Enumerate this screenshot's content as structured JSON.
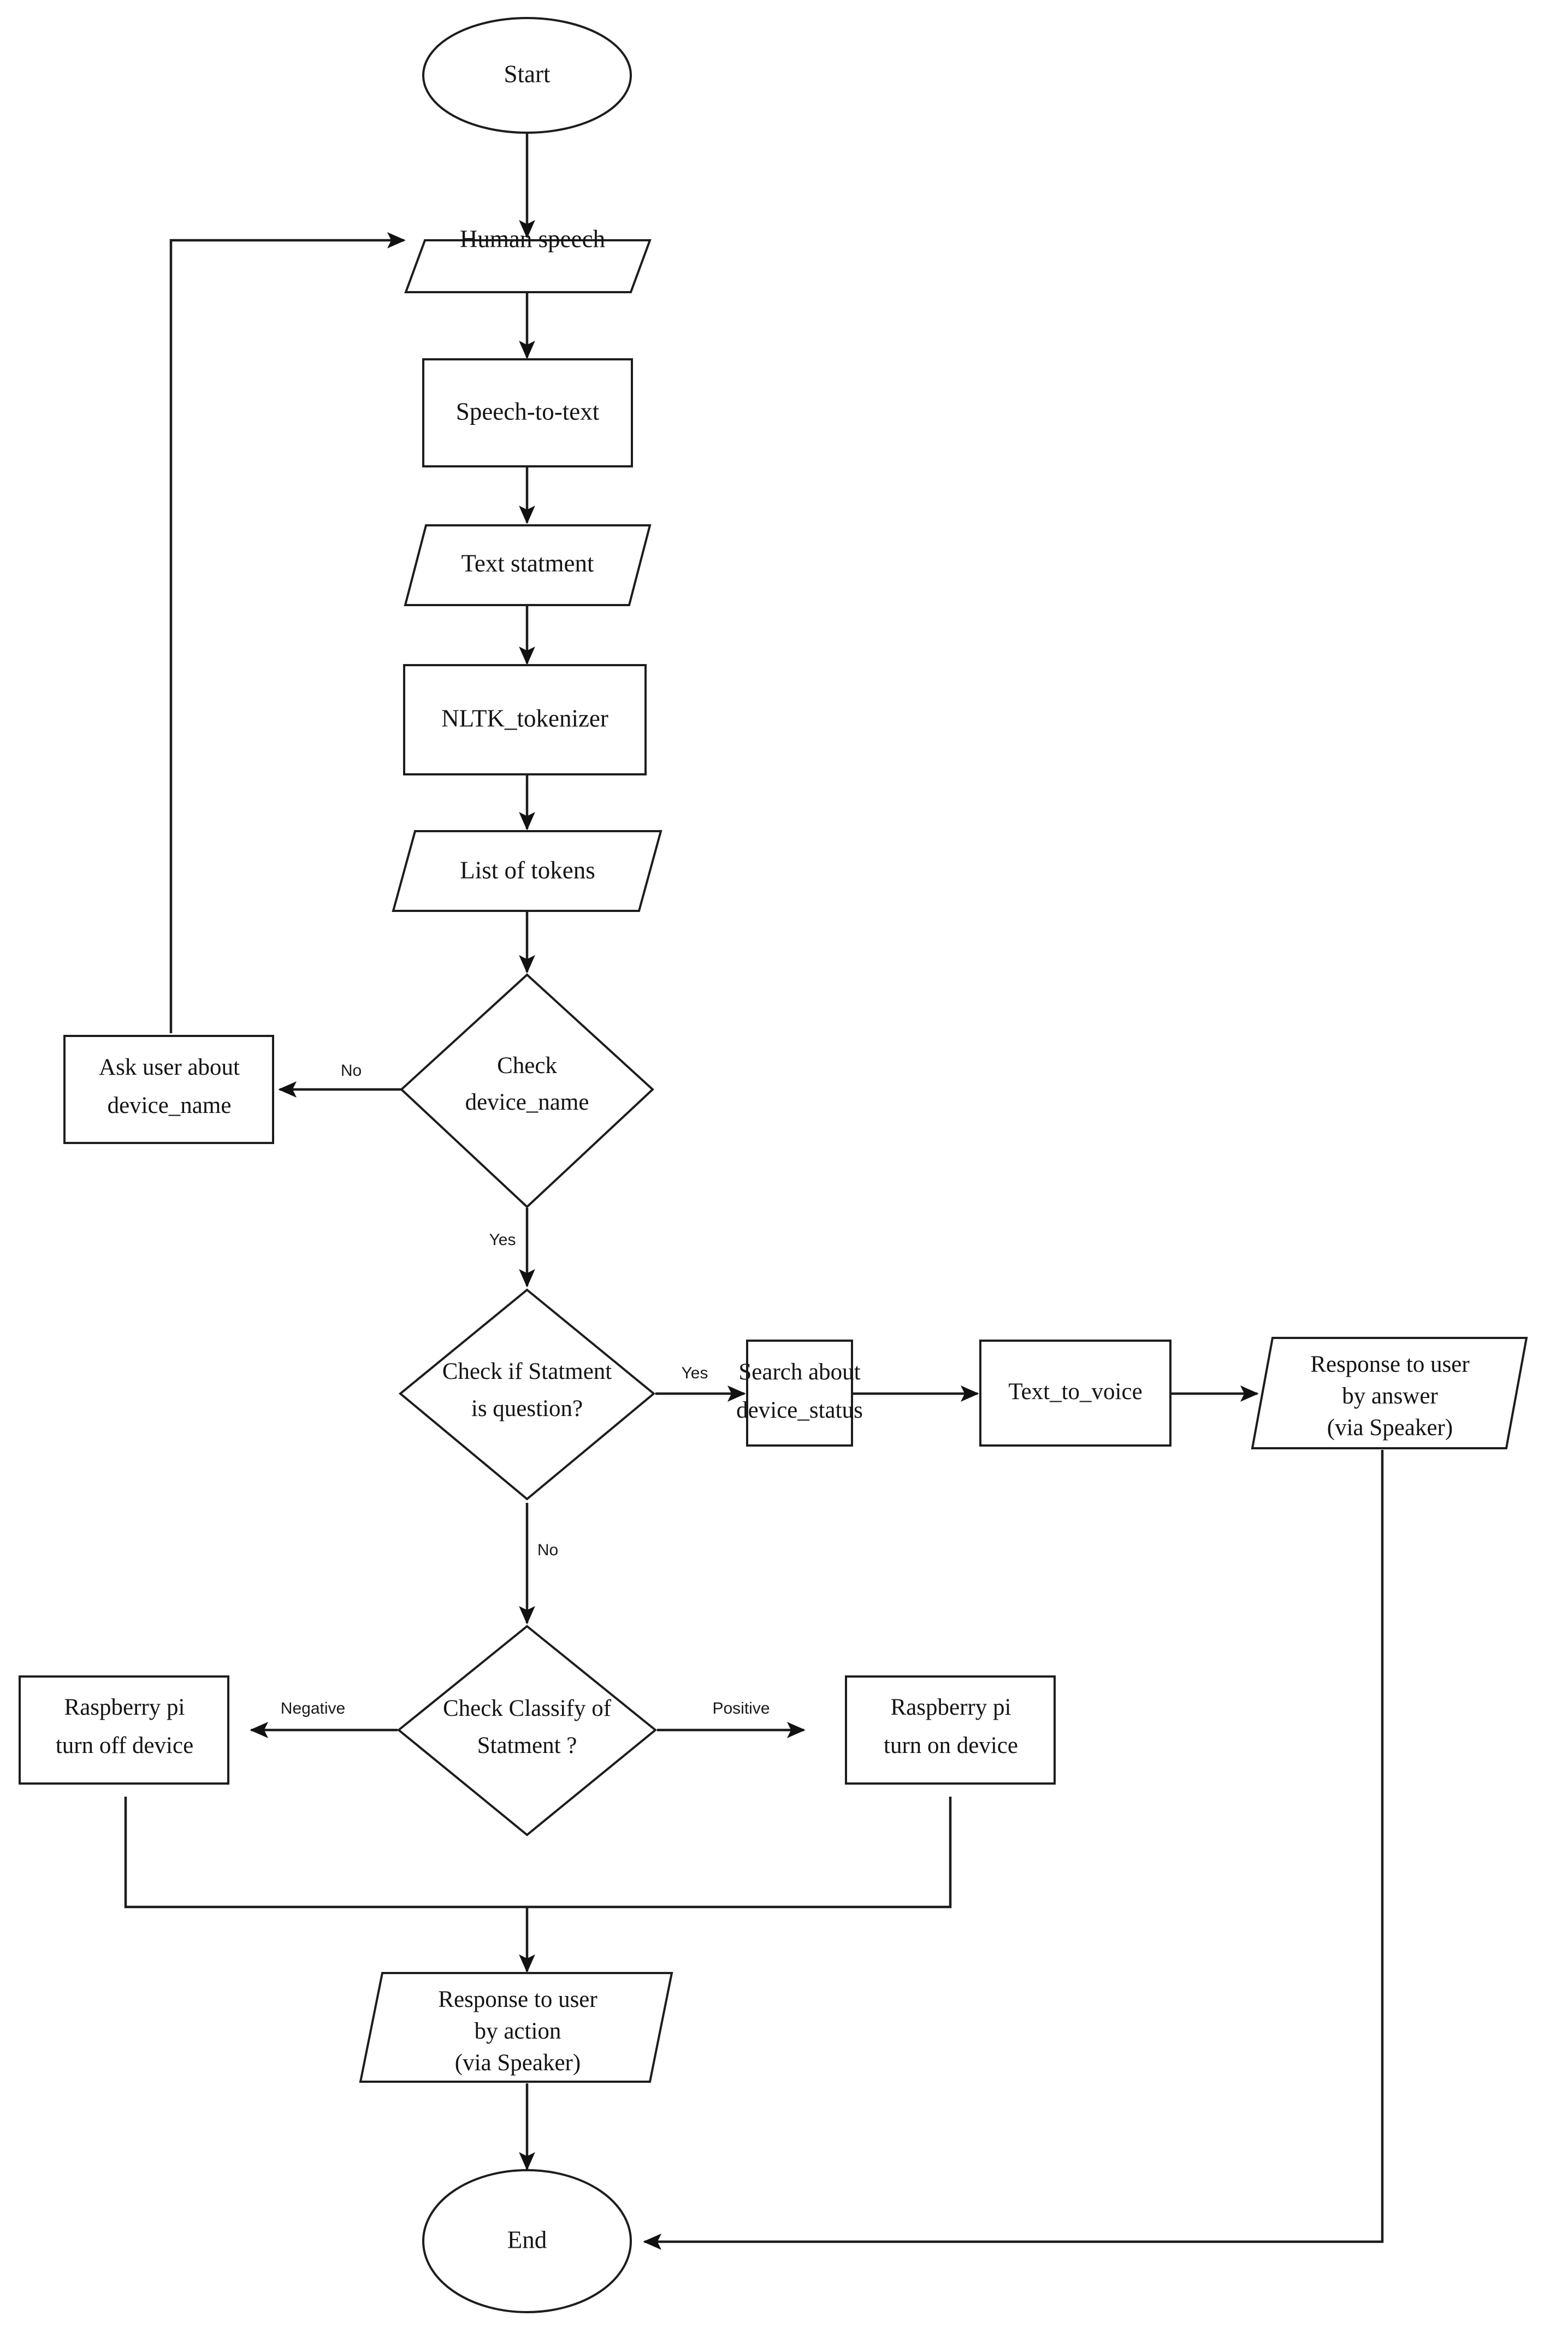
{
  "diagram": {
    "type": "flowchart",
    "title": "Voice controlled smart home assistant flowchart",
    "colors": {
      "stroke": "#1d1d1d",
      "text": "#141414",
      "background": "#ffffff"
    },
    "nodes": {
      "start": {
        "label": "Start",
        "shape": "ellipse"
      },
      "human_speech": {
        "label": "Human speech",
        "shape": "parallelogram"
      },
      "speech_to_text": {
        "label": "Speech-to-text",
        "shape": "rectangle"
      },
      "text_statment": {
        "label": "Text statment",
        "shape": "parallelogram"
      },
      "nltk_tokenizer": {
        "label": "NLTK_tokenizer",
        "shape": "rectangle"
      },
      "list_of_tokens": {
        "label": "List of tokens",
        "shape": "parallelogram"
      },
      "check_device_name": {
        "line1": "Check",
        "line2": "device_name",
        "shape": "diamond"
      },
      "ask_user": {
        "line1": "Ask user about",
        "line2": "device_name",
        "shape": "rectangle"
      },
      "check_question": {
        "line1": "Check if Statment",
        "line2": "is question?",
        "shape": "diamond"
      },
      "search_device_status": {
        "line1": "Search about",
        "line2": "device_status",
        "shape": "rectangle"
      },
      "text_to_voice": {
        "label": "Text_to_voice",
        "shape": "rectangle"
      },
      "response_answer": {
        "line1": "Response to user",
        "line2": "by answer",
        "line3": "(via Speaker)",
        "shape": "parallelogram"
      },
      "check_classify": {
        "line1": "Check Classify of",
        "line2": "Statment ?",
        "shape": "diamond"
      },
      "turn_off": {
        "line1": "Raspberry pi",
        "line2": "turn off device",
        "shape": "rectangle"
      },
      "turn_on": {
        "line1": "Raspberry pi",
        "line2": "turn on device",
        "shape": "rectangle"
      },
      "response_action": {
        "line1": "Response to user",
        "line2": "by action",
        "line3": "(via Speaker)",
        "shape": "parallelogram"
      },
      "end": {
        "label": "End",
        "shape": "ellipse"
      }
    },
    "edge_labels": {
      "device_name_no": "No",
      "device_name_yes": "Yes",
      "question_yes": "Yes",
      "question_no": "No",
      "classify_negative": "Negative",
      "classify_positive": "Positive"
    }
  }
}
